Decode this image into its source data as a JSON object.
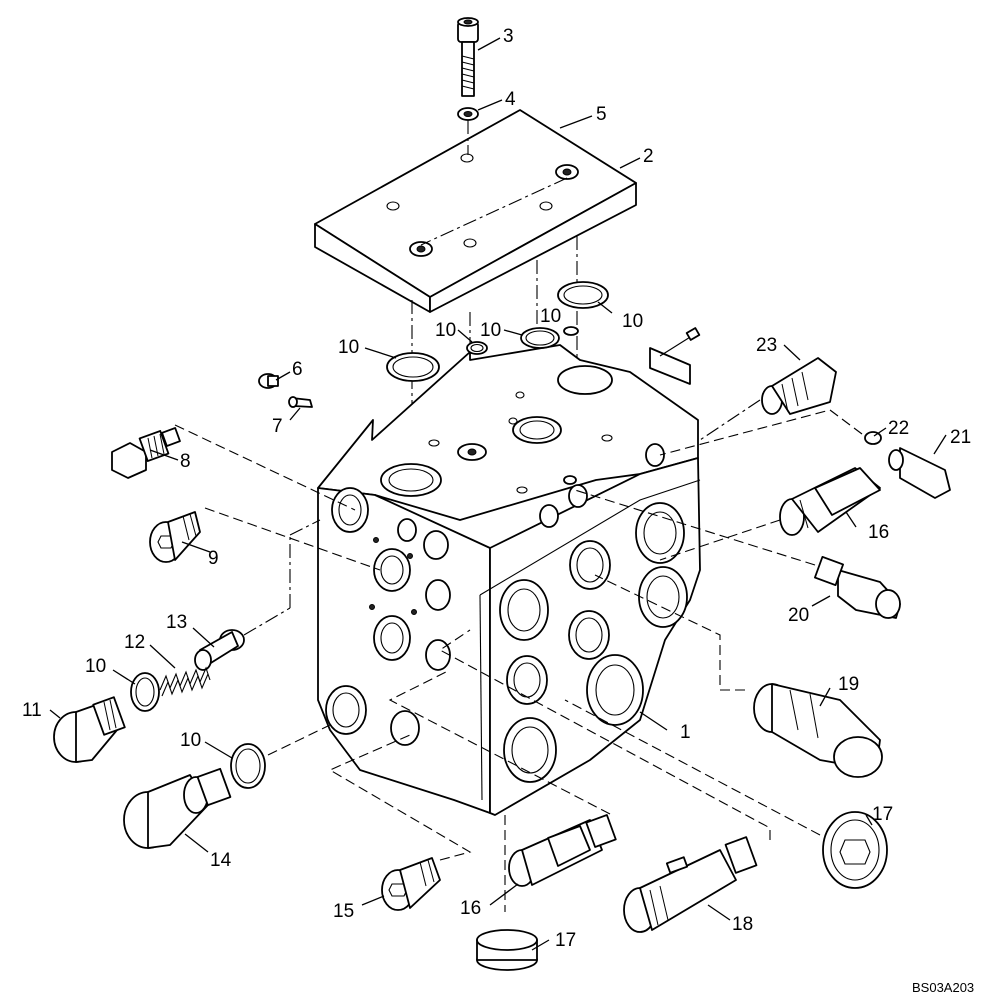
{
  "diagram": {
    "drawing_code": "BS03A203",
    "callouts": [
      {
        "id": "c1",
        "label": "1"
      },
      {
        "id": "c2",
        "label": "2"
      },
      {
        "id": "c3",
        "label": "3"
      },
      {
        "id": "c4",
        "label": "4"
      },
      {
        "id": "c5",
        "label": "5"
      },
      {
        "id": "c6",
        "label": "6"
      },
      {
        "id": "c7",
        "label": "7"
      },
      {
        "id": "c8",
        "label": "8"
      },
      {
        "id": "c9",
        "label": "9"
      },
      {
        "id": "c10a",
        "label": "10"
      },
      {
        "id": "c10b",
        "label": "10"
      },
      {
        "id": "c10c",
        "label": "10"
      },
      {
        "id": "c10d",
        "label": "10"
      },
      {
        "id": "c10e",
        "label": "10"
      },
      {
        "id": "c10f",
        "label": "10"
      },
      {
        "id": "c10g",
        "label": "10"
      },
      {
        "id": "c11",
        "label": "11"
      },
      {
        "id": "c12",
        "label": "12"
      },
      {
        "id": "c13",
        "label": "13"
      },
      {
        "id": "c14",
        "label": "14"
      },
      {
        "id": "c15",
        "label": "15"
      },
      {
        "id": "c16a",
        "label": "16"
      },
      {
        "id": "c16b",
        "label": "16"
      },
      {
        "id": "c17a",
        "label": "17"
      },
      {
        "id": "c17b",
        "label": "17"
      },
      {
        "id": "c18",
        "label": "18"
      },
      {
        "id": "c19",
        "label": "19"
      },
      {
        "id": "c20",
        "label": "20"
      },
      {
        "id": "c21",
        "label": "21"
      },
      {
        "id": "c22",
        "label": "22"
      },
      {
        "id": "c23",
        "label": "23"
      }
    ]
  }
}
